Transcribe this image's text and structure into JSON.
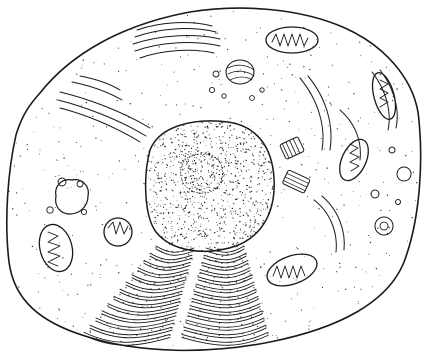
{
  "figure": {
    "subject": "animal-cell-line-drawing",
    "ink_color": "#1a1a1a",
    "paper_color": "#ffffff"
  },
  "organelles": [
    {
      "name": "cell-membrane",
      "count": 1
    },
    {
      "name": "nucleus",
      "count": 1
    },
    {
      "name": "nucleolus",
      "count": 1
    },
    {
      "name": "rough-endoplasmic-reticulum",
      "count": 1
    },
    {
      "name": "golgi-apparatus",
      "count": 2
    },
    {
      "name": "mitochondrion",
      "count": 6
    },
    {
      "name": "centriole",
      "count": 2
    },
    {
      "name": "lysosome",
      "count": 3
    },
    {
      "name": "vesicle",
      "count": 12
    }
  ]
}
